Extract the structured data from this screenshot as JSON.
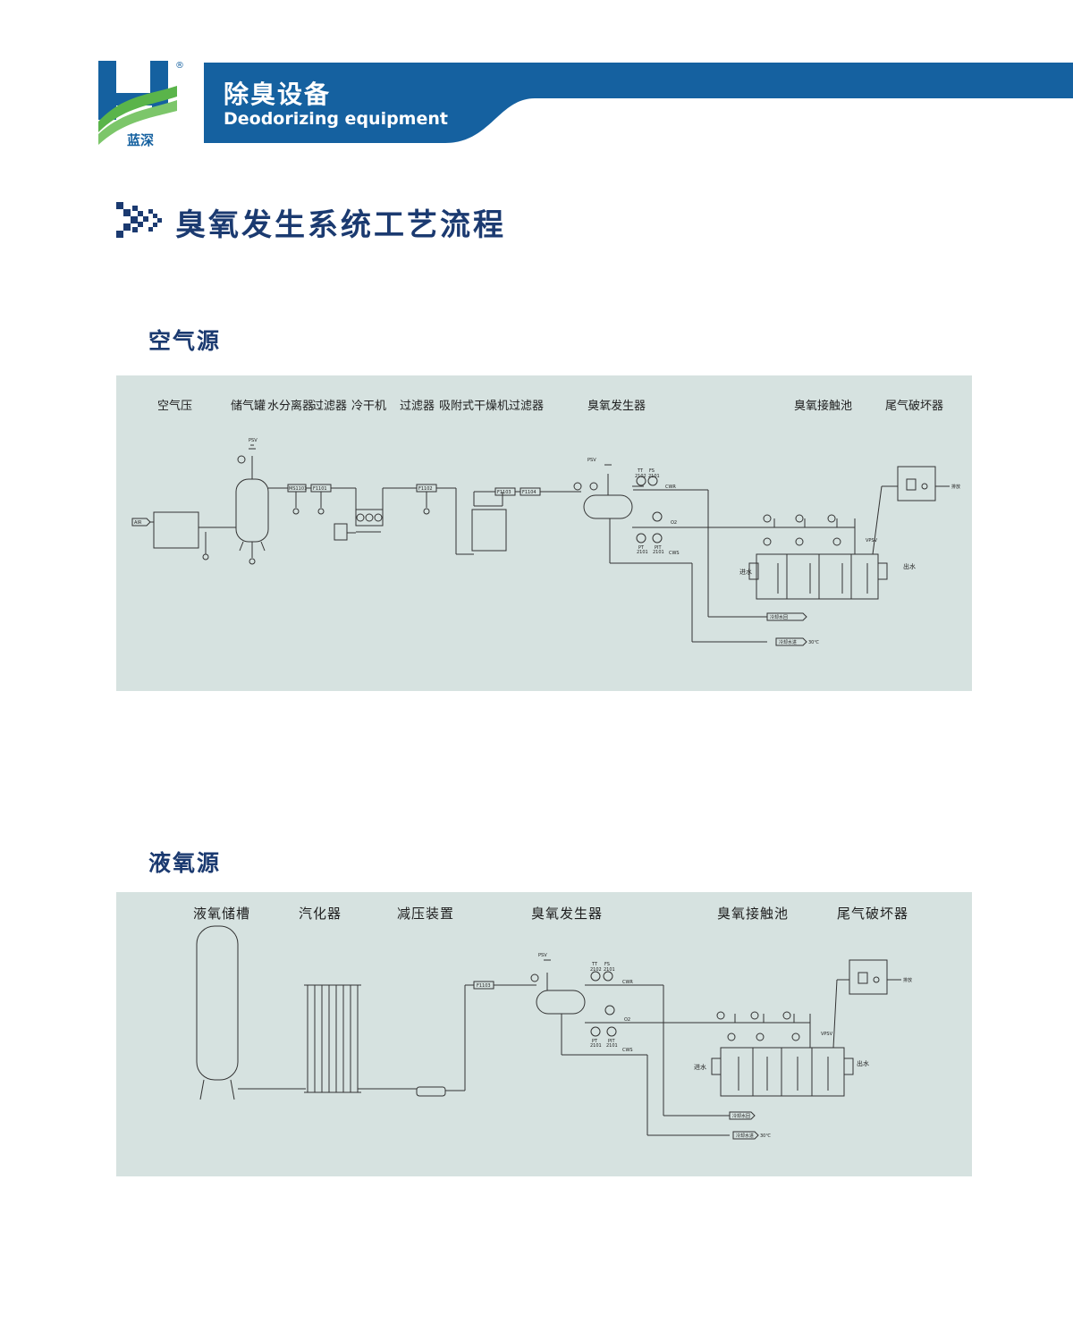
{
  "brand": {
    "logo_text": "蓝深",
    "registered": "®"
  },
  "header": {
    "title_cn": "除臭设备",
    "title_en": "Deodorizing equipment"
  },
  "section_title": "臭氧发生系统工艺流程",
  "colors": {
    "primary": "#1561a0",
    "dark_text": "#1b3a70",
    "panel_bg": "#d6e2e0",
    "logo_green": "#5ab44a"
  },
  "air_source": {
    "title": "空气源",
    "labels": {
      "compressor": "空气压",
      "tank": "储气罐",
      "separator": "水分离器",
      "filter1": "过滤器",
      "dryer_cold": "冷干机",
      "filter2": "过滤器",
      "dryer_ads": "吸附式干燥机",
      "filter3": "过滤器",
      "generator": "臭氧发生器",
      "contact": "臭氧接触池",
      "destructor": "尾气破坏器"
    },
    "small": {
      "air": "AIR",
      "psv": "PSV",
      "ms": "MS1101",
      "f1": "F1101",
      "f2": "F1102",
      "f3": "F1103",
      "f4": "F1104",
      "tt": "TT",
      "fs": "FS",
      "tt_no": "2102",
      "fs_no": "2101",
      "cwr": "CWR",
      "cws": "CWS",
      "o2": "O2",
      "pt": "PT",
      "pit": "PIT",
      "pt_no": "2101",
      "pit_no": "2101",
      "vpsv": "VPSV",
      "water_in": "进水",
      "water_out": "出水",
      "vent": "排放",
      "cw_return": "冷却水回",
      "cw_supply": "冷却水进",
      "temp": "30℃"
    }
  },
  "lox_source": {
    "title": "液氧源",
    "labels": {
      "storage": "液氧储槽",
      "vaporizer": "汽化器",
      "reducer": "减压装置",
      "generator": "臭氧发生器",
      "contact": "臭氧接触池",
      "destructor": "尾气破坏器"
    },
    "small": {
      "psv": "PSV",
      "f": "F1103",
      "tt": "TT",
      "fs": "FS",
      "tt_no": "2102",
      "fs_no": "2101",
      "cwr": "CWR",
      "cws": "CWS",
      "o2": "O2",
      "pt": "PT",
      "pit": "PIT",
      "pt_no": "2101",
      "pit_no": "2101",
      "vpsv": "VPSV",
      "water_in": "进水",
      "water_out": "出水",
      "vent": "排放",
      "cw_return": "冷却水回",
      "cw_supply": "冷却水进",
      "temp": "30℃"
    }
  }
}
